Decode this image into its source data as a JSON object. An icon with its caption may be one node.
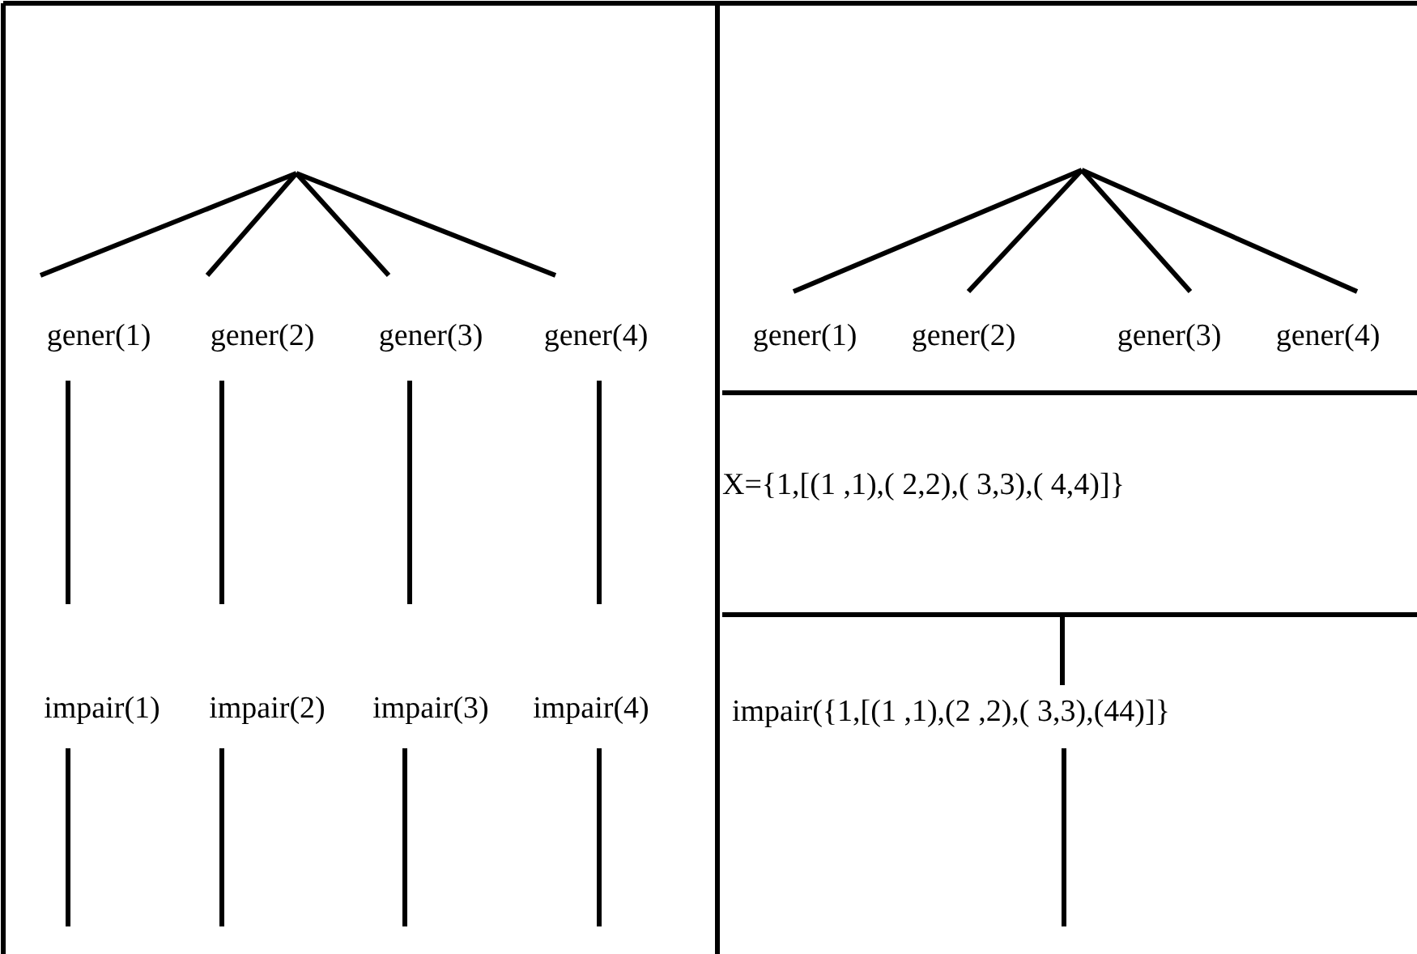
{
  "diagram": {
    "nodes": [
      {
        "text": [
          "gener(1)"
        ]
      },
      {
        "text": [
          "gener(2)"
        ]
      },
      {
        "text": [
          "gener(3)"
        ]
      },
      {
        "text": [
          "gener(4)"
        ]
      },
      {
        "text": [
          "impair(1)"
        ]
      },
      {
        "text": [
          "impair(2)"
        ]
      },
      {
        "text": [
          "impair(3)"
        ]
      },
      {
        "text": [
          "impair(4)"
        ]
      },
      {
        "text": [
          "gener(1)"
        ]
      },
      {
        "text": [
          "gener(2)"
        ]
      },
      {
        "text": [
          "gener(3)"
        ]
      },
      {
        "text": [
          "gener(4)"
        ]
      },
      {
        "text": [
          "X={1,[(1 ,1),( 2,2),( 3,3),( 4,4)]}"
        ]
      },
      {
        "text": [
          "impair({1,[(1 ,1),(2 ,2),( 3,3),(44)]}"
        ]
      }
    ],
    "edges": [
      {
        "from": null,
        "to": 0,
        "arrow": "none"
      },
      {
        "from": null,
        "to": 1,
        "arrow": "none"
      },
      {
        "from": null,
        "to": 2,
        "arrow": "none"
      },
      {
        "from": null,
        "to": 3,
        "arrow": "none"
      },
      {
        "from": 0,
        "to": 4,
        "arrow": "none"
      },
      {
        "from": 1,
        "to": 5,
        "arrow": "none"
      },
      {
        "from": 2,
        "to": 6,
        "arrow": "none"
      },
      {
        "from": 3,
        "to": 7,
        "arrow": "none"
      },
      {
        "from": 4,
        "to": null,
        "arrow": "none"
      },
      {
        "from": 5,
        "to": null,
        "arrow": "none"
      },
      {
        "from": 6,
        "to": null,
        "arrow": "none"
      },
      {
        "from": 7,
        "to": null,
        "arrow": "none"
      },
      {
        "from": null,
        "to": 8,
        "arrow": "none"
      },
      {
        "from": null,
        "to": 9,
        "arrow": "none"
      },
      {
        "from": null,
        "to": 10,
        "arrow": "none"
      },
      {
        "from": null,
        "to": 11,
        "arrow": "none"
      },
      {
        "from": 12,
        "to": 13,
        "arrow": "none"
      },
      {
        "from": 13,
        "to": null,
        "arrow": "none"
      }
    ]
  }
}
